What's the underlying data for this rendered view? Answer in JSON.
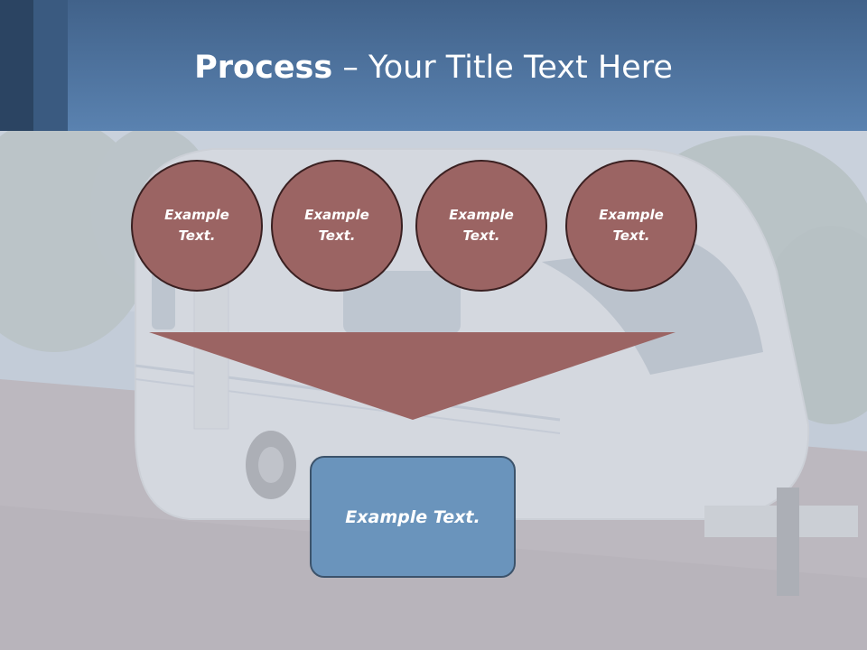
{
  "slide": {
    "title_bold": "Process",
    "title_rest": " – Your Title Text Here"
  },
  "circles": [
    {
      "label": "Example Text."
    },
    {
      "label": "Example Text."
    },
    {
      "label": "Example Text."
    },
    {
      "label": "Example Text."
    }
  ],
  "result_box": {
    "label": "Example Text."
  },
  "colors": {
    "header": "#5a82b0",
    "circle_fill": "#9b6463",
    "arrow_fill": "#9b6463",
    "box_fill": "#6a94bc"
  }
}
